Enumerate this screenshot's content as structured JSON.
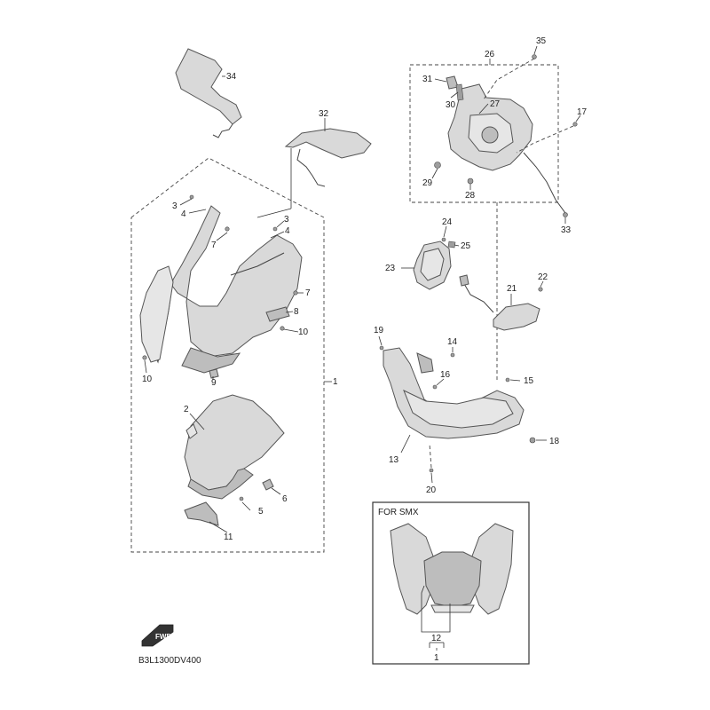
{
  "diagram": {
    "reference_code": "B3L1300DV400",
    "fwd_label": "FWD",
    "inset_title": "FOR SMX",
    "callouts": {
      "c1": "1",
      "c1b": "1",
      "c2": "2",
      "c3a": "3",
      "c3b": "3",
      "c4a": "4",
      "c4b": "4",
      "c5": "5",
      "c6": "6",
      "c7a": "7",
      "c7b": "7",
      "c8": "8",
      "c9": "9",
      "c10a": "10",
      "c10b": "10",
      "c11": "11",
      "c12": "12",
      "c13": "13",
      "c14": "14",
      "c15": "15",
      "c16": "16",
      "c17": "17",
      "c18": "18",
      "c19": "19",
      "c20": "20",
      "c21": "21",
      "c22": "22",
      "c23": "23",
      "c24": "24",
      "c25": "25",
      "c26": "26",
      "c27": "27",
      "c28": "28",
      "c29": "29",
      "c30": "30",
      "c31": "31",
      "c32": "32",
      "c33": "33",
      "c34": "34",
      "c35": "35"
    }
  }
}
